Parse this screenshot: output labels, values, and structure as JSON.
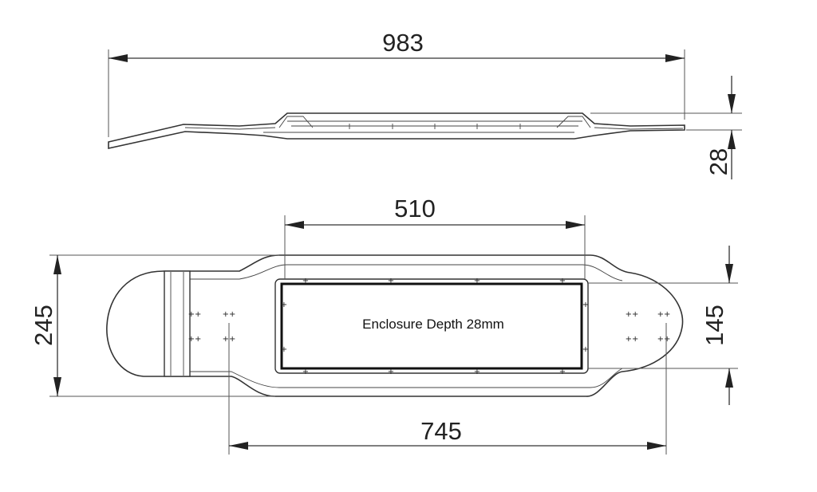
{
  "dimensions": {
    "overall_length": "983",
    "enclosure_height": "28",
    "enclosure_length": "510",
    "overall_width": "245",
    "enclosure_width": "145",
    "hole_spacing": "745"
  },
  "note": "Enclosure Depth 28mm"
}
